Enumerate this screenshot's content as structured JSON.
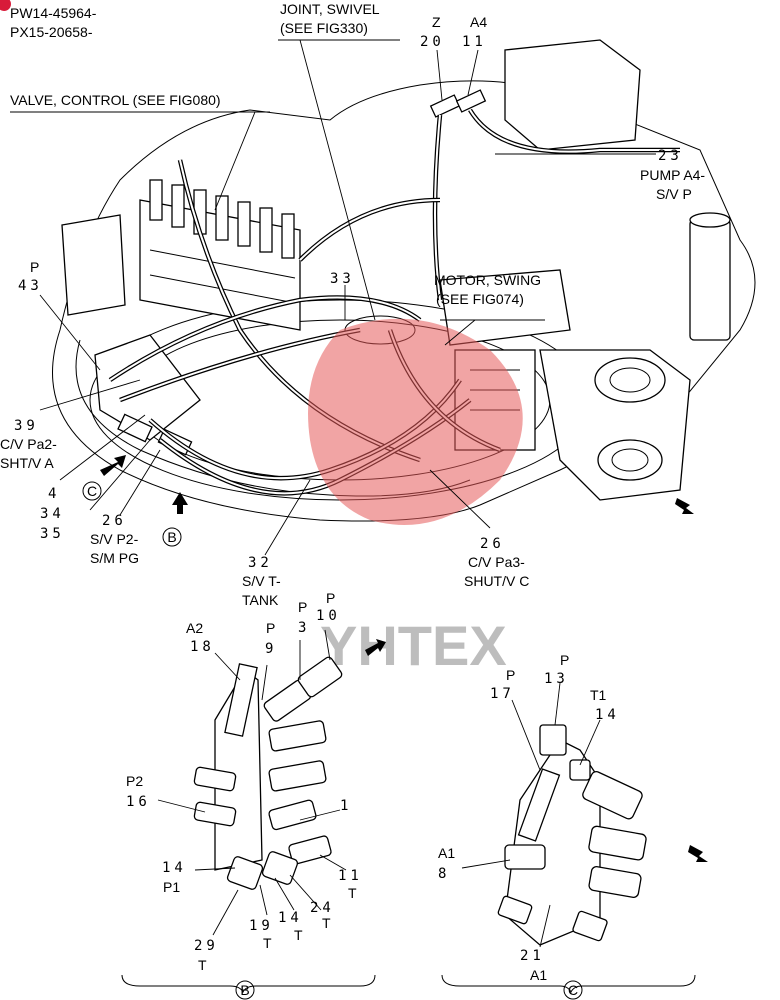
{
  "header": {
    "serial_line_1": "PW14-45964-",
    "serial_line_2": "PX15-20658-"
  },
  "callouts": {
    "joint_swivel_1": "JOINT, SWIVEL",
    "joint_swivel_2": "(SEE FIG330)",
    "valve_control": "VALVE, CONTROL (SEE FIG080)",
    "z_letter": "Z",
    "z_num": "20",
    "a4_letter": "A4",
    "a4_num": "11",
    "pump_num": "23",
    "pump_1": "PUMP A4-",
    "pump_2": "S/V P",
    "p43_letter": "P",
    "p43_num": "43",
    "motor_1": "MOTOR, SWING",
    "motor_2": "(SEE FIG074)",
    "num_33": "33",
    "c39_num": "39",
    "c39_1": "C/V Pa2-",
    "c39_2": "SHT/V A",
    "n4": "4",
    "n34": "34",
    "n35": "35",
    "s26_num": "26",
    "s26_1": "S/V P2-",
    "s26_2": "S/M PG",
    "s32_num": "32",
    "s32_1": "S/V T-",
    "s32_2": "TANK",
    "c26_num": "26",
    "c26_1": "C/V Pa3-",
    "c26_2": "SHUT/V C"
  },
  "view_markers": {
    "b": "B",
    "c": "C"
  },
  "detail_b": {
    "a2_letter": "A2",
    "a2_num": "18",
    "p9_letter": "P",
    "p9_num": "9",
    "p3_letter": "P",
    "p3_num": "3",
    "p10_letter": "P",
    "p10_num": "10",
    "p2_letter": "P2",
    "p2_num": "16",
    "n1": "1",
    "p1_num": "14",
    "p1_letter": "P1",
    "t11_num": "11",
    "t11_letter": "T",
    "t29_num": "29",
    "t29_letter": "T",
    "t19_num": "19",
    "t19_letter": "T",
    "t14_num": "14",
    "t14_letter": "T",
    "t24_num": "24",
    "t24_letter": "T"
  },
  "detail_c": {
    "p17_letter": "P",
    "p17_num": "17",
    "p13_letter": "P",
    "p13_num": "13",
    "t1_letter": "T1",
    "t1_num": "14",
    "a1_letter": "A1",
    "a1_num": "8",
    "a1b_num": "21",
    "a1b_letter": "A1"
  },
  "watermark": {
    "text": "YHTEX",
    "color": "#e55a5a"
  },
  "colors": {
    "line": "#000000",
    "background": "#ffffff",
    "corner_dot": "#d81b3a"
  }
}
